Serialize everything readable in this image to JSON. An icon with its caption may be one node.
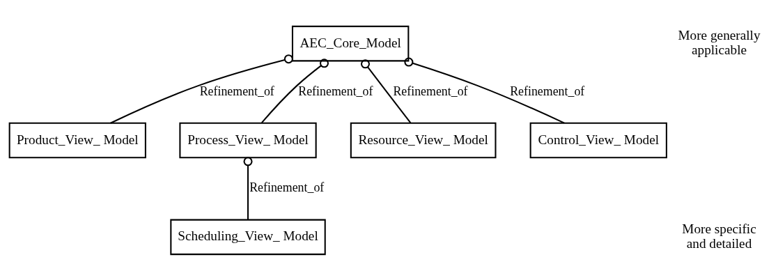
{
  "diagram": {
    "nodes": [
      {
        "text": [
          "AEC_Core_Model"
        ]
      },
      {
        "text": [
          "Product_View_ Model"
        ]
      },
      {
        "text": [
          "Process_View_ Model"
        ]
      },
      {
        "text": [
          "Resource_View_ Model"
        ]
      },
      {
        "text": [
          "Control_View_ Model"
        ]
      },
      {
        "text": [
          "Scheduling_View_ Model"
        ]
      }
    ],
    "edges": [
      {
        "from": 1,
        "to": 0,
        "arrow": "other",
        "label": "Refinement_of"
      },
      {
        "from": 2,
        "to": 0,
        "arrow": "other",
        "label": "Refinement_of"
      },
      {
        "from": 3,
        "to": 0,
        "arrow": "other",
        "label": "Refinement_of"
      },
      {
        "from": 4,
        "to": 0,
        "arrow": "other",
        "label": "Refinement_of"
      },
      {
        "from": 5,
        "to": 2,
        "arrow": "other",
        "label": "Refinement_of"
      }
    ],
    "labels": [
      "More generally applicable",
      "More specific and detailed"
    ]
  }
}
